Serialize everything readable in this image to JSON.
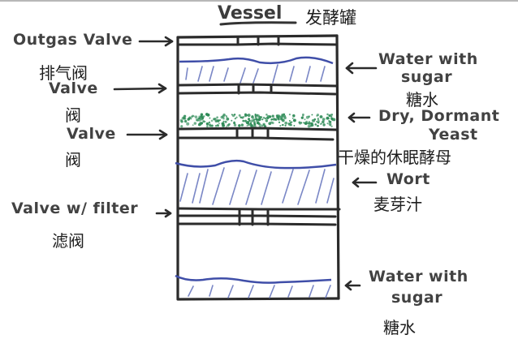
{
  "title": {
    "english": "Vessel",
    "chinese": "发酵罐"
  },
  "left_labels": [
    {
      "english": "Outgas Valve",
      "chinese": "排气阀"
    },
    {
      "english": "Valve",
      "chinese": "阀"
    },
    {
      "english": "Valve",
      "chinese": "阀"
    },
    {
      "english": "Valve w/ filter",
      "chinese": "滤阀"
    }
  ],
  "right_labels": [
    {
      "english_line1": "Water with",
      "english_line2": "sugar",
      "chinese": "糖水"
    },
    {
      "english_line1": "Dry, Dormant",
      "english_line2": "Yeast",
      "chinese": "干燥的休眠酵母"
    },
    {
      "english_line1": "Wort",
      "english_line2": "",
      "chinese": "麦芽汁"
    },
    {
      "english_line1": "Water with",
      "english_line2": "sugar",
      "chinese": "糖水"
    }
  ],
  "colors": {
    "ink": "#2b2b2b",
    "liquid_blue": "#3f4ea8",
    "hatch_blue": "#5a6ab8",
    "yeast_green": "#2e8b57"
  },
  "compartments": [
    {
      "name": "outgas-valve",
      "content": "valve"
    },
    {
      "name": "water-with-sugar-top",
      "content": "liquid"
    },
    {
      "name": "valve-1",
      "content": "valve"
    },
    {
      "name": "dry-yeast",
      "content": "granules"
    },
    {
      "name": "valve-2",
      "content": "valve"
    },
    {
      "name": "wort",
      "content": "liquid"
    },
    {
      "name": "filter-valve",
      "content": "valve"
    },
    {
      "name": "water-with-sugar-bottom",
      "content": "liquid"
    }
  ]
}
